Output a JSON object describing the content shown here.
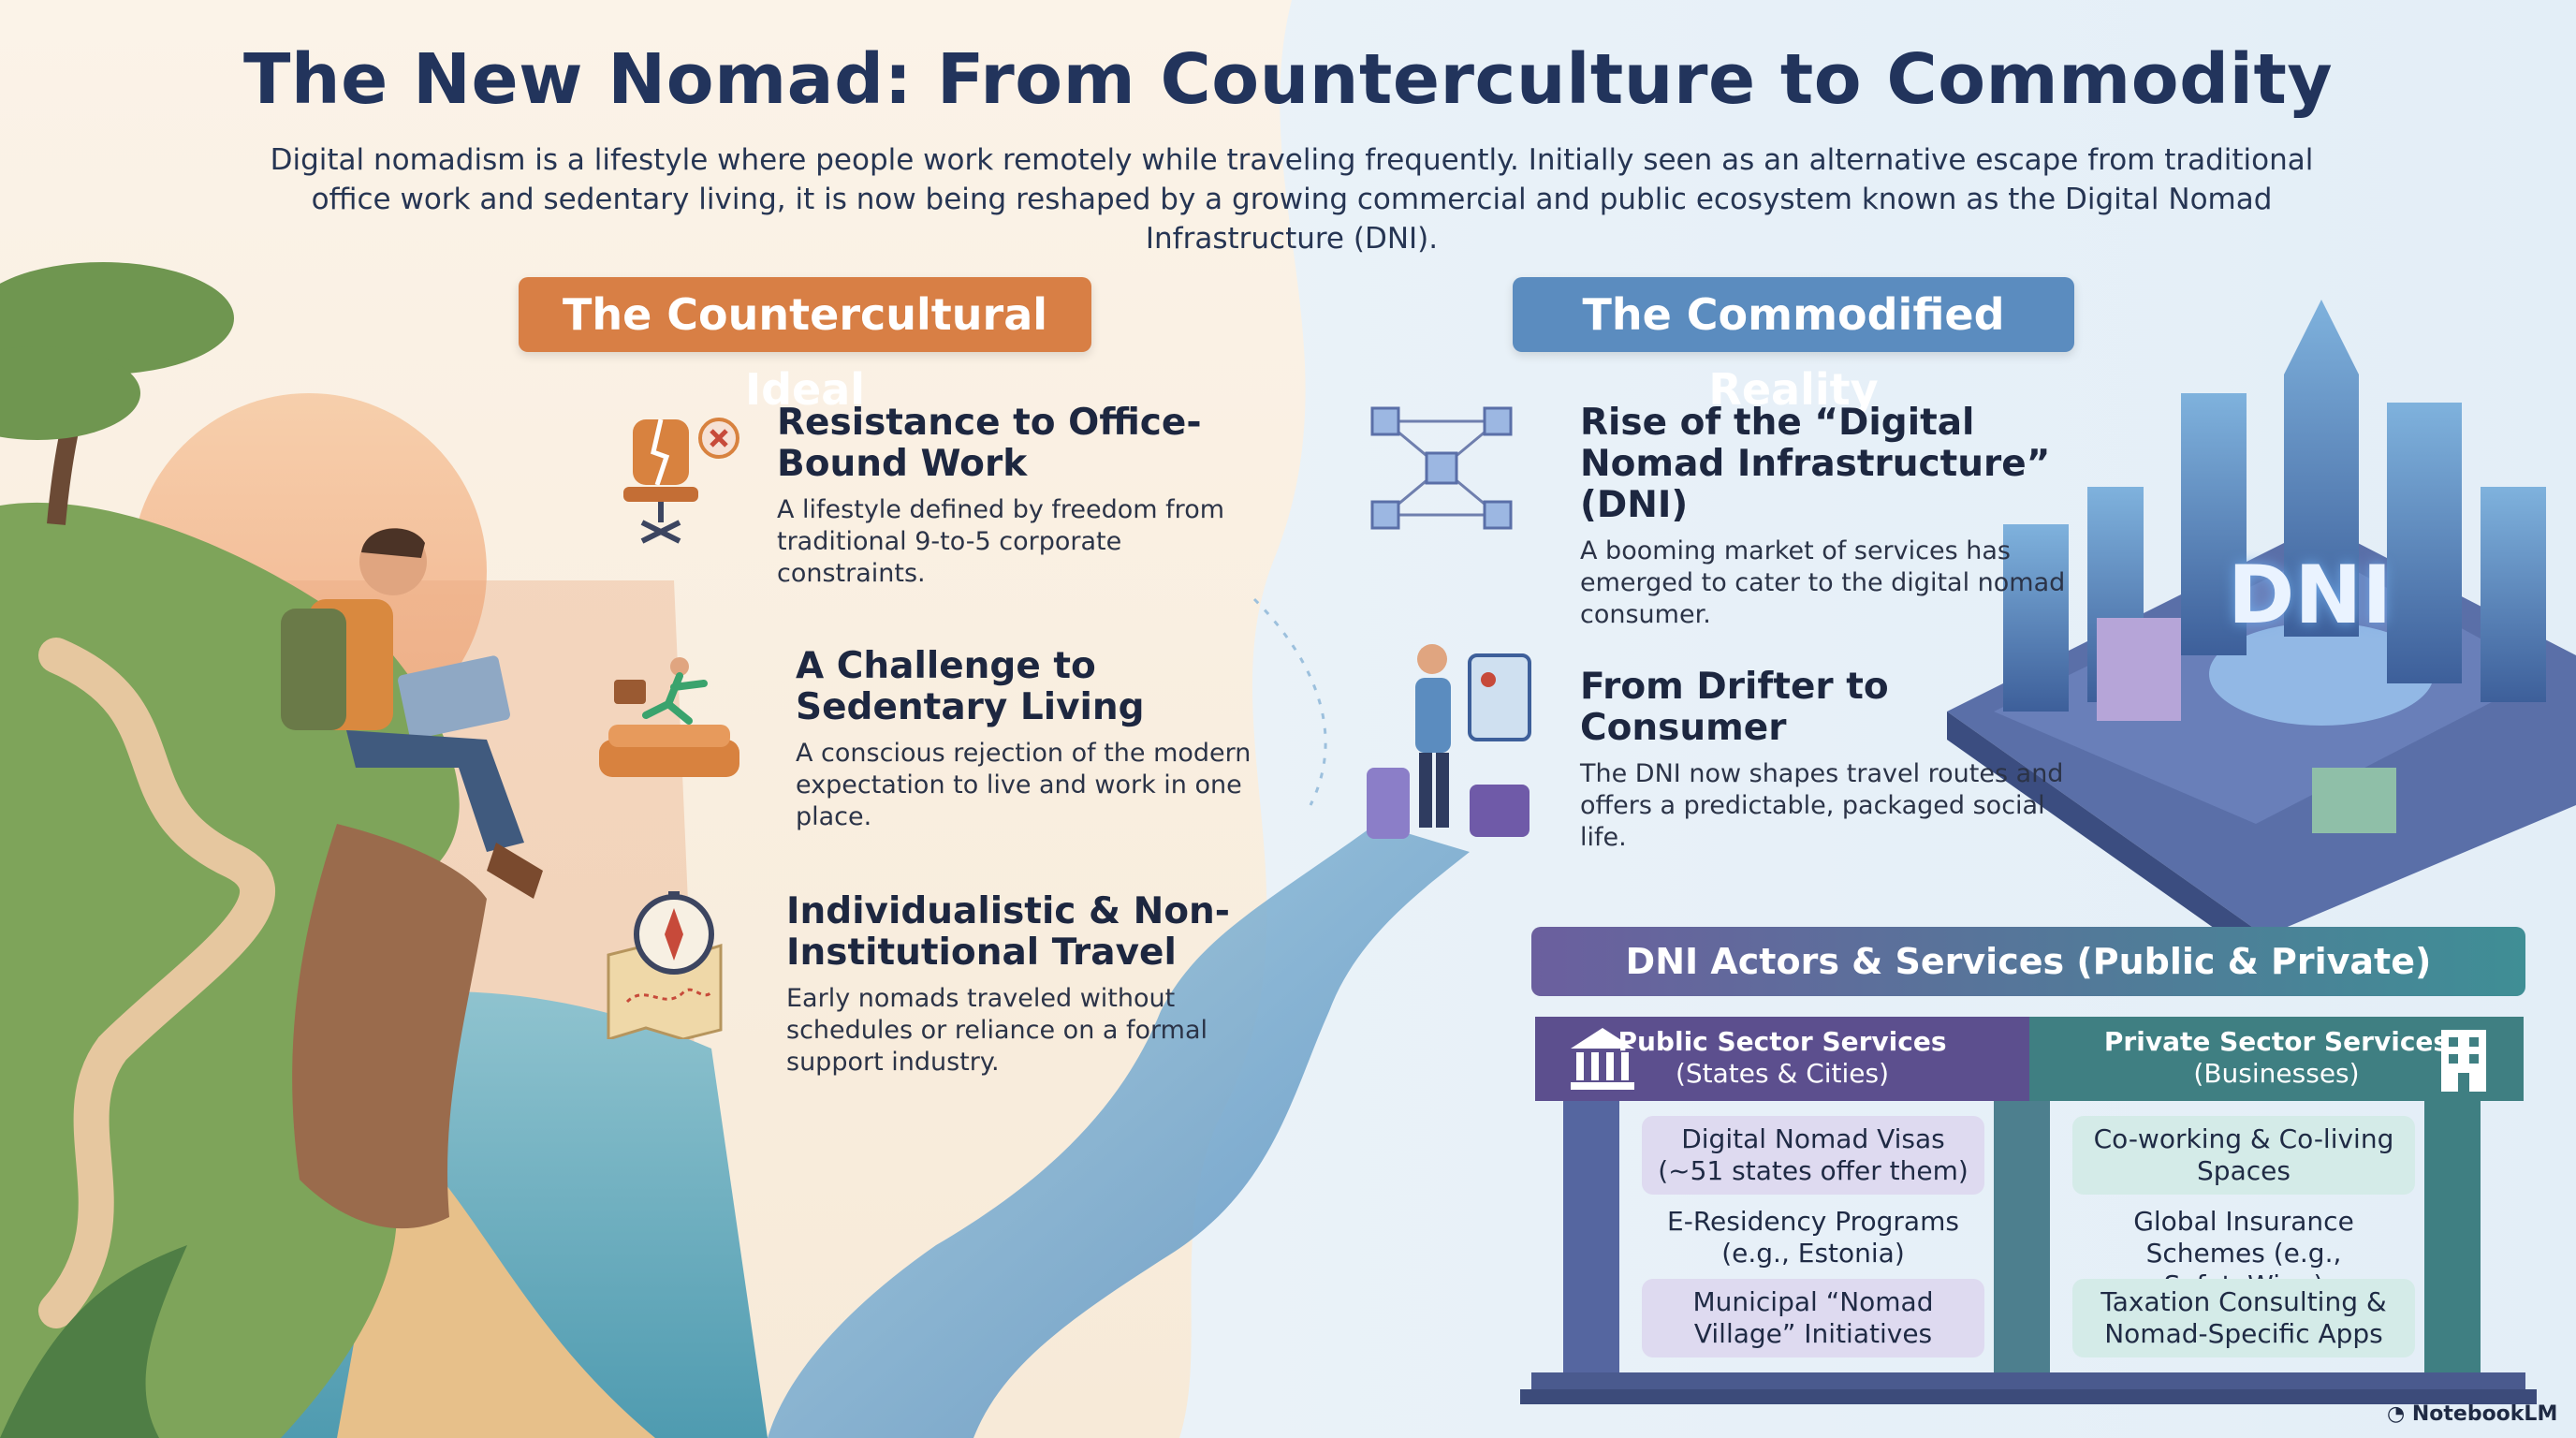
{
  "title": "The New Nomad: From Counterculture to Commodity",
  "intro": "Digital nomadism is a lifestyle where people work remotely while traveling frequently. Initially seen as an alternative escape from traditional office work and sedentary living, it is now being reshaped by a growing commercial and public ecosystem known as the Digital Nomad Infrastructure (DNI).",
  "left": {
    "heading": "The Countercultural Ideal",
    "items": [
      {
        "title": "Resistance to Office-Bound Work",
        "body": "A lifestyle defined by freedom from traditional 9-to-5 corporate constraints.",
        "icon": "broken-office-chair-icon"
      },
      {
        "title": "A Challenge to Sedentary Living",
        "body": "A conscious rejection of the modern expectation to live and work in one place.",
        "icon": "jumping-off-couch-icon"
      },
      {
        "title": "Individualistic & Non-Institutional Travel",
        "body": "Early nomads traveled without schedules or reliance on a formal support industry.",
        "icon": "compass-map-icon"
      }
    ]
  },
  "right": {
    "heading": "The Commodified Reality",
    "items": [
      {
        "title": "Rise of the “Digital Nomad Infrastructure” (DNI)",
        "body": "A booming market of services has emerged to cater to the digital nomad consumer.",
        "icon": "network-servers-icon"
      },
      {
        "title": "From Drifter to Consumer",
        "body": "The DNI now shapes travel routes and offers a predictable, packaged social life.",
        "icon": "traveler-with-luggage-icon"
      }
    ],
    "city_label": "DNI"
  },
  "actors": {
    "heading": "DNI Actors & Services (Public & Private)",
    "public": {
      "title": "Public Sector Services",
      "subtitle": "(States & Cities)",
      "services": [
        "Digital Nomad Visas (~51 states offer them)",
        "E-Residency Programs (e.g., Estonia)",
        "Municipal “Nomad Village” Initiatives"
      ]
    },
    "private": {
      "title": "Private Sector Services",
      "subtitle": "(Businesses)",
      "services": [
        "Co-working & Co-living Spaces",
        "Global Insurance Schemes (e.g., SafetyWing)",
        "Taxation Consulting & Nomad-Specific Apps"
      ]
    }
  },
  "branding": "NotebookLM",
  "colors": {
    "left_accent": "#d87f45",
    "right_accent": "#5b8cbf",
    "public": "#5c4f8e",
    "private": "#3f7f82"
  }
}
